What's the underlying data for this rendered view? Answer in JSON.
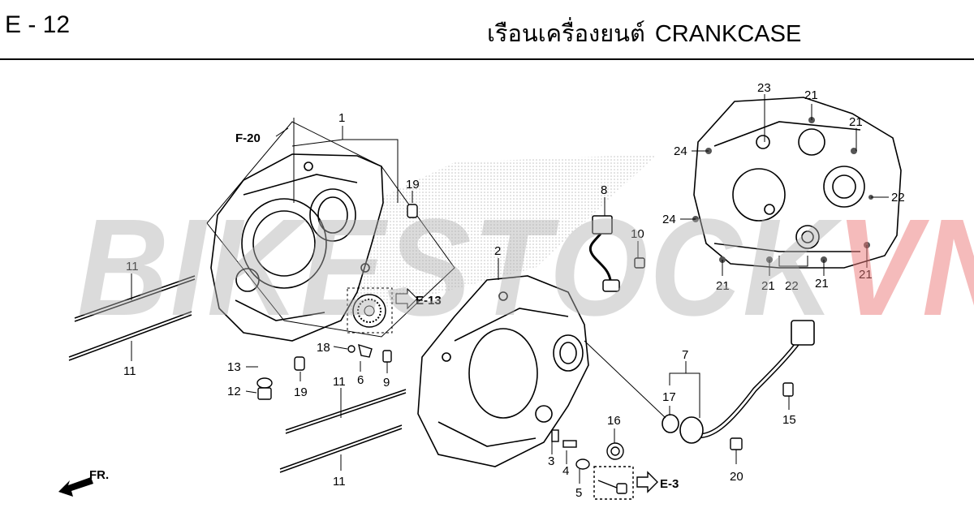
{
  "header": {
    "page_code": "E - 12",
    "title_thai": "เรือนเครื่องยนต์",
    "title_en": "CRANKCASE"
  },
  "watermark": {
    "main": "BIKESTOCK",
    "accent": "VN"
  },
  "refs": {
    "f20": "F-20",
    "e13": "E-13",
    "e3": "E-3",
    "fr": "FR."
  },
  "callouts": [
    "1",
    "19",
    "11",
    "11",
    "13",
    "12",
    "19",
    "18",
    "6",
    "9",
    "2",
    "8",
    "10",
    "3",
    "4",
    "5",
    "16",
    "11",
    "11",
    "7",
    "17",
    "15",
    "20",
    "23",
    "21",
    "21",
    "24",
    "24",
    "22",
    "21",
    "21",
    "22",
    "21",
    "21"
  ],
  "colors": {
    "line": "#000000",
    "watermark": "#b0b0b0",
    "watermark_accent": "#e87878"
  }
}
